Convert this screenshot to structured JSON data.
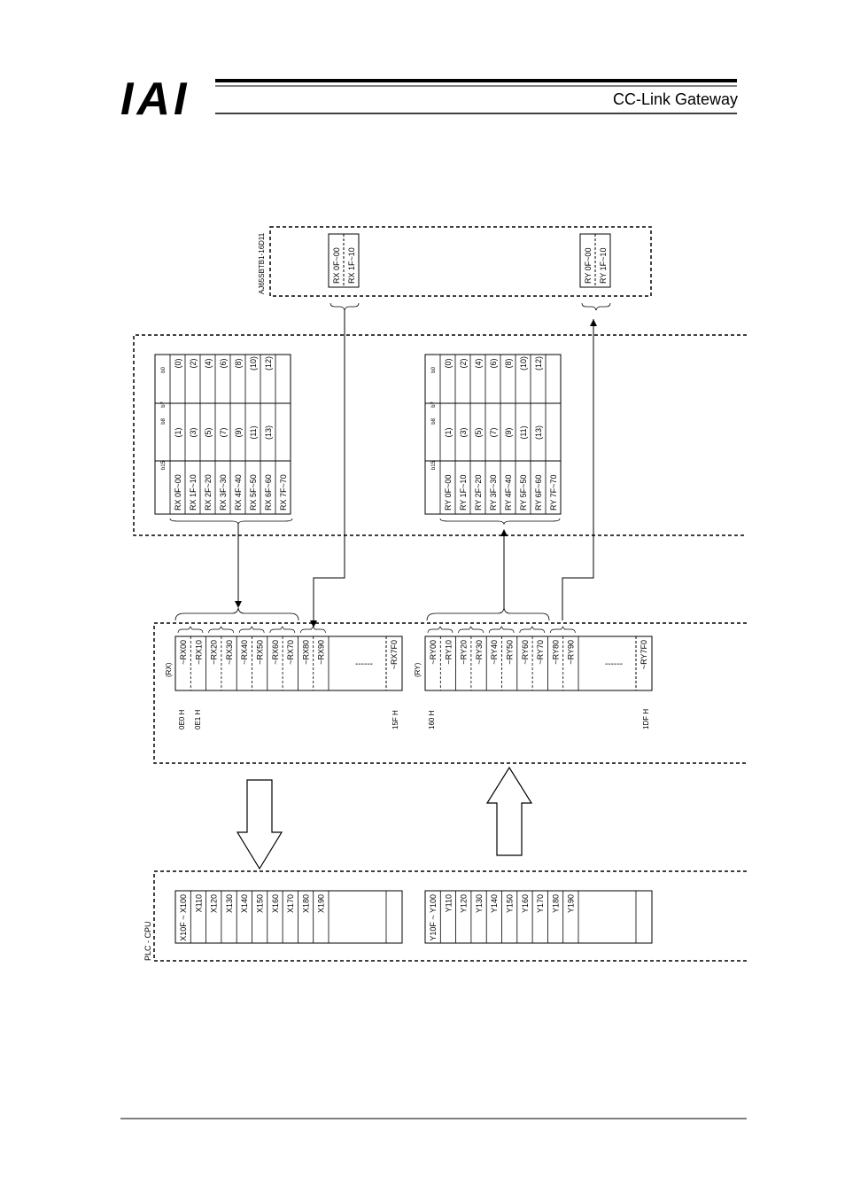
{
  "header": {
    "logo_text": "IAI",
    "title": "CC-Link Gateway"
  },
  "master_unit": {
    "label": "AJ65SBTB1-16D11",
    "rx_rows": [
      "RX  0F~00",
      "RX  1F~10"
    ],
    "ry_rows": [
      "RY  0F~00",
      "RY  1F~10"
    ]
  },
  "gateway": {
    "bit_labels": [
      "b15",
      "b8",
      "b7",
      "b0"
    ],
    "rx_table": {
      "rows": [
        "RX  0F~00",
        "RX  1F~10",
        "RX  2F~20",
        "RX  3F~30",
        "RX  4F~40",
        "RX  5F~50",
        "RX  6F~60",
        "RX  7F~70"
      ],
      "high": [
        "(1)",
        "(3)",
        "(5)",
        "(7)",
        "(9)",
        "(11)",
        "(13)",
        ""
      ],
      "low": [
        "(0)",
        "(2)",
        "(4)",
        "(6)",
        "(8)",
        "(10)",
        "(12)",
        ""
      ]
    },
    "ry_table": {
      "rows": [
        "RY  0F~00",
        "RY  1F~10",
        "RY  2F~20",
        "RY  3F~30",
        "RY  4F~40",
        "RY  5F~50",
        "RY  6F~60",
        "RY  7F~70"
      ],
      "high": [
        "(1)",
        "(3)",
        "(5)",
        "(7)",
        "(9)",
        "(11)",
        "(13)",
        ""
      ],
      "low": [
        "(0)",
        "(2)",
        "(4)",
        "(6)",
        "(8)",
        "(10)",
        "(12)",
        ""
      ]
    }
  },
  "buffer": {
    "rx_label": "(RX)",
    "ry_label": "(RY)",
    "rx_cells": [
      "~RX00",
      "~RX10",
      "~RX20",
      "~RX30",
      "~RX40",
      "~RX50",
      "~RX60",
      "~RX70",
      "~RX80",
      "~RX90"
    ],
    "rx_last": "~RX7F0",
    "ry_cells": [
      "~RY00",
      "~RY10",
      "~RY20",
      "~RY30",
      "~RY40",
      "~RY50",
      "~RY60",
      "~RY70",
      "~RY80",
      "~RY90"
    ],
    "ry_last": "~RY7F0",
    "dots": "------",
    "addr_rx_first": "0E0 H",
    "addr_rx_second": "0E1 H",
    "addr_rx_last": "15F H",
    "addr_ry_first": "160 H",
    "addr_ry_last": "1DF H"
  },
  "plc": {
    "label": "PLC - CPU",
    "x_cells": [
      "X10F ~ X100",
      "X110",
      "X120",
      "X130",
      "X140",
      "X150",
      "X160",
      "X170",
      "X180",
      "X190"
    ],
    "y_cells": [
      "Y10F ~ Y100",
      "Y110",
      "Y120",
      "Y130",
      "Y140",
      "Y150",
      "Y160",
      "Y170",
      "Y180",
      "Y190"
    ]
  }
}
